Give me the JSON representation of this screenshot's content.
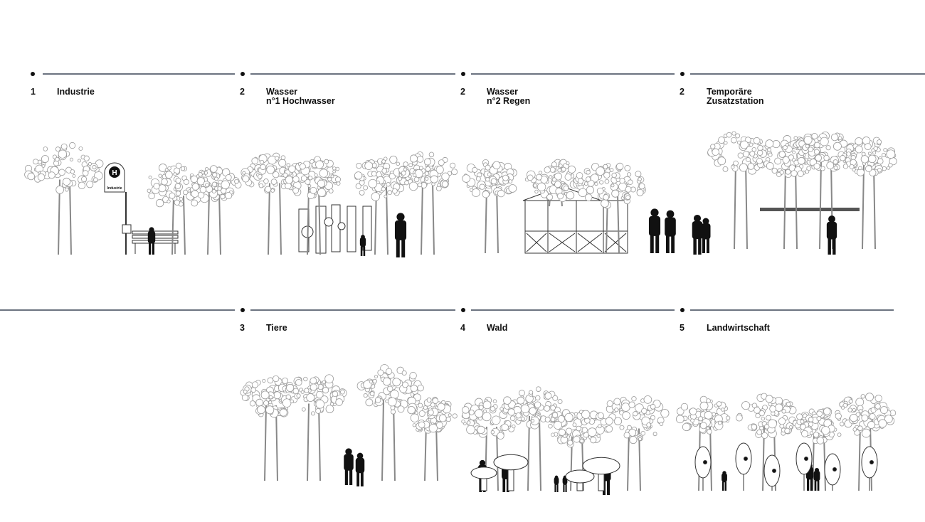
{
  "stations": [
    {
      "number": "1",
      "title": "Industrie",
      "subtitle": "",
      "sign_icon": "H",
      "sign_label": "Industrie"
    },
    {
      "number": "2",
      "title": "Wasser",
      "subtitle": "n°1 Hochwasser"
    },
    {
      "number": "2",
      "title": "Wasser",
      "subtitle": "n°2 Regen"
    },
    {
      "number": "2",
      "title": "Temporäre",
      "subtitle": "Zusatzstation"
    },
    {
      "number": "3",
      "title": "Tiere",
      "subtitle": ""
    },
    {
      "number": "4",
      "title": "Wald",
      "subtitle": ""
    },
    {
      "number": "5",
      "title": "Landwirtschaft",
      "subtitle": ""
    }
  ],
  "colors": {
    "rule": "#6b7380",
    "foliage": "#9a9a9a",
    "silhouette": "#111111"
  }
}
